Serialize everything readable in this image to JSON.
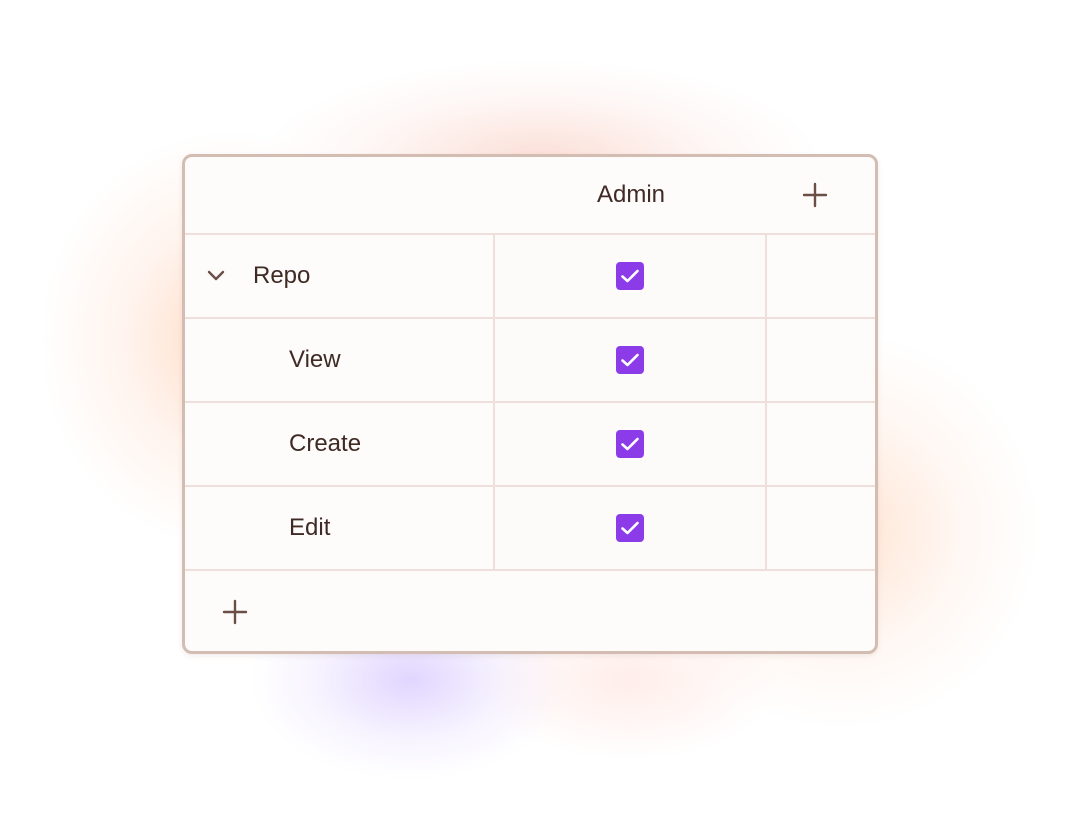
{
  "header": {
    "role_label": "Admin",
    "add_role_icon": "plus-icon"
  },
  "permissions": {
    "group": {
      "label": "Repo",
      "expanded": true,
      "toggle_icon": "chevron-down-icon",
      "admin_checked": true
    },
    "items": [
      {
        "label": "View",
        "admin_checked": true
      },
      {
        "label": "Create",
        "admin_checked": true
      },
      {
        "label": "Edit",
        "admin_checked": true
      }
    ]
  },
  "footer": {
    "add_permission_icon": "plus-icon"
  },
  "colors": {
    "checkbox": "#8b3be8",
    "text": "#3f2a24",
    "border": "#d3bdb3",
    "divider": "#eedfdb",
    "icon": "#6b4e45"
  }
}
